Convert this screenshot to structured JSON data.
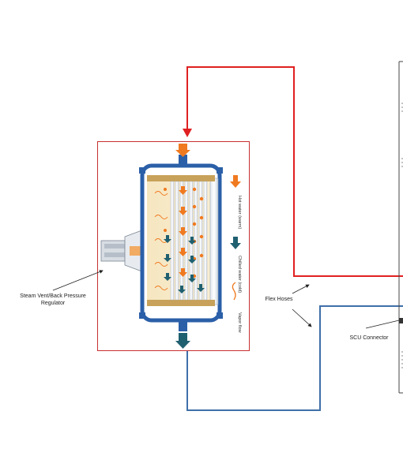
{
  "labels": {
    "steam_vent": "Steam Vent/Back Pressure Regulator",
    "flex_hoses": "Flex Hoses",
    "scu_connector": "SCU Connector"
  },
  "legend": {
    "hot_water": "Hot water (warm)",
    "cold_water": "Chilled water (cold)",
    "vapor_flow": "Vapor flow"
  },
  "colors": {
    "hot_line": "#e02020",
    "cold_line": "#3f6fa8",
    "frame_border": "#c83030",
    "vessel_blue": "#2b5fa8",
    "arrow_orange": "#f07a20",
    "arrow_teal": "#1f6070"
  }
}
